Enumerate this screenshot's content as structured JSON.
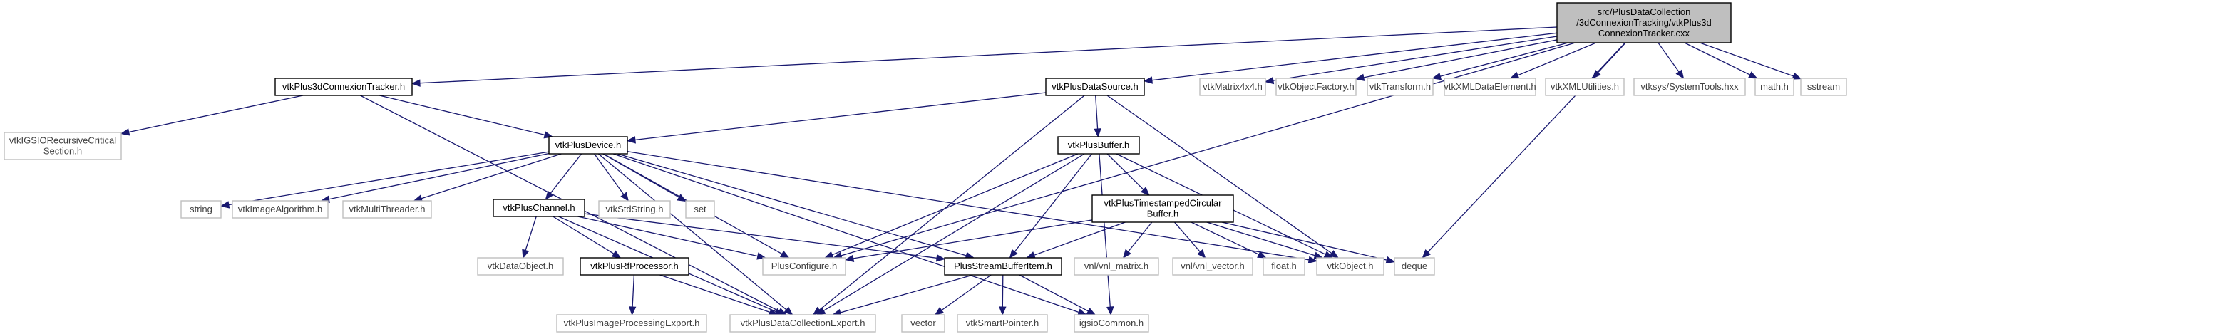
{
  "graph": {
    "edge_color": "#191970",
    "root_fill": "#bfbfbf",
    "nodes": [
      {
        "id": "root",
        "kind": "root",
        "lines": [
          "src/PlusDataCollection",
          "/3dConnexionTracking/vtkPlus3d",
          "ConnexionTracker.cxx"
        ]
      },
      {
        "id": "tracker_h",
        "kind": "link",
        "lines": [
          "vtkPlus3dConnexionTracker.h"
        ]
      },
      {
        "id": "datasource_h",
        "kind": "link",
        "lines": [
          "vtkPlusDataSource.h"
        ]
      },
      {
        "id": "matrix4x4",
        "kind": "ext",
        "lines": [
          "vtkMatrix4x4.h"
        ]
      },
      {
        "id": "objectfactory",
        "kind": "ext",
        "lines": [
          "vtkObjectFactory.h"
        ]
      },
      {
        "id": "transform",
        "kind": "ext",
        "lines": [
          "vtkTransform.h"
        ]
      },
      {
        "id": "xmldataelement",
        "kind": "ext",
        "lines": [
          "vtkXMLDataElement.h"
        ]
      },
      {
        "id": "xmlutilities",
        "kind": "ext",
        "lines": [
          "vtkXMLUtilities.h"
        ]
      },
      {
        "id": "systemtools",
        "kind": "ext",
        "lines": [
          "vtksys/SystemTools.hxx"
        ]
      },
      {
        "id": "math",
        "kind": "ext",
        "lines": [
          "math.h"
        ]
      },
      {
        "id": "sstream",
        "kind": "ext",
        "lines": [
          "sstream"
        ]
      },
      {
        "id": "igsio_recursive",
        "kind": "ext",
        "lines": [
          "vtkIGSIORecursiveCritical",
          "Section.h"
        ]
      },
      {
        "id": "device_h",
        "kind": "link",
        "lines": [
          "vtkPlusDevice.h"
        ]
      },
      {
        "id": "buffer_h",
        "kind": "link",
        "lines": [
          "vtkPlusBuffer.h"
        ]
      },
      {
        "id": "string",
        "kind": "ext",
        "lines": [
          "string"
        ]
      },
      {
        "id": "imagealgorithm",
        "kind": "ext",
        "lines": [
          "vtkImageAlgorithm.h"
        ]
      },
      {
        "id": "multithreader",
        "kind": "ext",
        "lines": [
          "vtkMultiThreader.h"
        ]
      },
      {
        "id": "channel_h",
        "kind": "link",
        "lines": [
          "vtkPlusChannel.h"
        ]
      },
      {
        "id": "stdstring",
        "kind": "ext",
        "lines": [
          "vtkStdString.h"
        ]
      },
      {
        "id": "set",
        "kind": "ext",
        "lines": [
          "set"
        ]
      },
      {
        "id": "tscb_h",
        "kind": "link",
        "lines": [
          "vtkPlusTimestampedCircular",
          "Buffer.h"
        ]
      },
      {
        "id": "dataobject",
        "kind": "ext",
        "lines": [
          "vtkDataObject.h"
        ]
      },
      {
        "id": "rfprocessor_h",
        "kind": "link",
        "lines": [
          "vtkPlusRfProcessor.h"
        ]
      },
      {
        "id": "plusconfigure",
        "kind": "ext",
        "lines": [
          "PlusConfigure.h"
        ]
      },
      {
        "id": "streambufferitem_h",
        "kind": "link",
        "lines": [
          "PlusStreamBufferItem.h"
        ]
      },
      {
        "id": "vnl_matrix",
        "kind": "ext",
        "lines": [
          "vnl/vnl_matrix.h"
        ]
      },
      {
        "id": "vnl_vector",
        "kind": "ext",
        "lines": [
          "vnl/vnl_vector.h"
        ]
      },
      {
        "id": "float",
        "kind": "ext",
        "lines": [
          "float.h"
        ]
      },
      {
        "id": "vtkobject",
        "kind": "ext",
        "lines": [
          "vtkObject.h"
        ]
      },
      {
        "id": "deque",
        "kind": "ext",
        "lines": [
          "deque"
        ]
      },
      {
        "id": "imageprocessingexport",
        "kind": "ext",
        "lines": [
          "vtkPlusImageProcessingExport.h"
        ]
      },
      {
        "id": "datacollectionexport",
        "kind": "ext",
        "lines": [
          "vtkPlusDataCollectionExport.h"
        ]
      },
      {
        "id": "vector",
        "kind": "ext",
        "lines": [
          "vector"
        ]
      },
      {
        "id": "smartpointer",
        "kind": "ext",
        "lines": [
          "vtkSmartPointer.h"
        ]
      },
      {
        "id": "igsiocommon",
        "kind": "ext",
        "lines": [
          "igsioCommon.h"
        ]
      }
    ],
    "edges": [
      [
        "root",
        "tracker_h"
      ],
      [
        "root",
        "datasource_h"
      ],
      [
        "root",
        "plusconfigure"
      ],
      [
        "root",
        "deque"
      ],
      [
        "root",
        "matrix4x4"
      ],
      [
        "root",
        "objectfactory"
      ],
      [
        "root",
        "transform"
      ],
      [
        "root",
        "xmldataelement"
      ],
      [
        "root",
        "xmlutilities"
      ],
      [
        "root",
        "systemtools"
      ],
      [
        "root",
        "math"
      ],
      [
        "root",
        "sstream"
      ],
      [
        "tracker_h",
        "igsio_recursive"
      ],
      [
        "tracker_h",
        "device_h"
      ],
      [
        "tracker_h",
        "datacollectionexport"
      ],
      [
        "datasource_h",
        "device_h"
      ],
      [
        "datasource_h",
        "buffer_h"
      ],
      [
        "datasource_h",
        "vtkobject"
      ],
      [
        "datasource_h",
        "datacollectionexport"
      ],
      [
        "device_h",
        "string"
      ],
      [
        "device_h",
        "imagealgorithm"
      ],
      [
        "device_h",
        "multithreader"
      ],
      [
        "device_h",
        "channel_h"
      ],
      [
        "device_h",
        "stdstring"
      ],
      [
        "device_h",
        "set"
      ],
      [
        "device_h",
        "plusconfigure"
      ],
      [
        "device_h",
        "streambufferitem_h"
      ],
      [
        "device_h",
        "igsiocommon"
      ],
      [
        "device_h",
        "datacollectionexport"
      ],
      [
        "device_h",
        "vtkobject"
      ],
      [
        "buffer_h",
        "tscb_h"
      ],
      [
        "buffer_h",
        "plusconfigure"
      ],
      [
        "buffer_h",
        "streambufferitem_h"
      ],
      [
        "buffer_h",
        "vtkobject"
      ],
      [
        "buffer_h",
        "igsiocommon"
      ],
      [
        "buffer_h",
        "datacollectionexport"
      ],
      [
        "channel_h",
        "dataobject"
      ],
      [
        "channel_h",
        "rfprocessor_h"
      ],
      [
        "channel_h",
        "plusconfigure"
      ],
      [
        "channel_h",
        "streambufferitem_h"
      ],
      [
        "channel_h",
        "datacollectionexport"
      ],
      [
        "tscb_h",
        "plusconfigure"
      ],
      [
        "tscb_h",
        "streambufferitem_h"
      ],
      [
        "tscb_h",
        "vnl_matrix"
      ],
      [
        "tscb_h",
        "vnl_vector"
      ],
      [
        "tscb_h",
        "float"
      ],
      [
        "tscb_h",
        "vtkobject"
      ],
      [
        "tscb_h",
        "deque"
      ],
      [
        "rfprocessor_h",
        "imageprocessingexport"
      ],
      [
        "rfprocessor_h",
        "datacollectionexport"
      ],
      [
        "streambufferitem_h",
        "datacollectionexport"
      ],
      [
        "streambufferitem_h",
        "vector"
      ],
      [
        "streambufferitem_h",
        "smartpointer"
      ],
      [
        "streambufferitem_h",
        "igsiocommon"
      ]
    ]
  }
}
